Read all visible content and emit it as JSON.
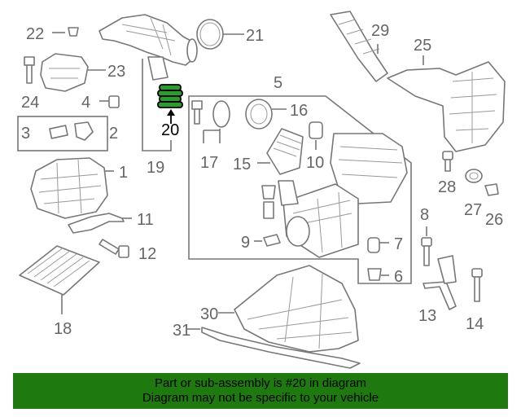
{
  "callouts": {
    "c1": "1",
    "c2": "2",
    "c3": "3",
    "c4": "4",
    "c5": "5",
    "c6": "6",
    "c7": "7",
    "c8": "8",
    "c9": "9",
    "c10": "10",
    "c11": "11",
    "c12": "12",
    "c13": "13",
    "c14": "14",
    "c15": "15",
    "c16": "16",
    "c17": "17",
    "c18": "18",
    "c19": "19",
    "c20": "20",
    "c21": "21",
    "c22": "22",
    "c23": "23",
    "c24": "24",
    "c25": "25",
    "c26": "26",
    "c27": "27",
    "c28": "28",
    "c29": "29",
    "c30": "30",
    "c31": "31"
  },
  "highlighted_part": "20",
  "colors": {
    "banner": "#1e7a0e",
    "highlight": "#2d9a2d",
    "lines": "#777777"
  },
  "banner": {
    "line1": "Part or sub-assembly is #20 in diagram",
    "line2": "Diagram may not be specific to your vehicle"
  }
}
